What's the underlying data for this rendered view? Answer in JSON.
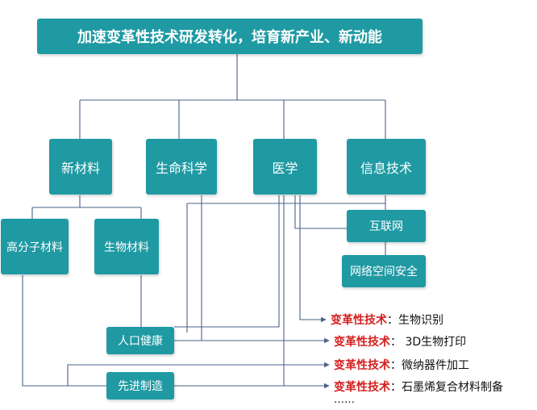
{
  "title": "加速变革性技术研发转化，培育新产业、新动能",
  "categories": [
    {
      "label": "新材料"
    },
    {
      "label": "生命科学"
    },
    {
      "label": "医学"
    },
    {
      "label": "信息技术"
    }
  ],
  "subcategories": [
    {
      "label": "高分子材料"
    },
    {
      "label": "生物材料"
    },
    {
      "label": "互联网"
    },
    {
      "label": "网络空间安全"
    },
    {
      "label": "人口健康"
    },
    {
      "label": "先进制造"
    }
  ],
  "techs": [
    {
      "prefix": "变革性技术",
      "colon": "：",
      "text": "生物识别"
    },
    {
      "prefix": "变革性技术",
      "colon": "：",
      "text": " 3D生物打印"
    },
    {
      "prefix": "变革性技术",
      "colon": "：",
      "text": "微纳器件加工"
    },
    {
      "prefix": "变革性技术",
      "colon": "：",
      "text": "石墨烯复合材料制备"
    }
  ],
  "ellipsis": "……",
  "colors": {
    "box": "#1f9aa3",
    "line": "#4a6288",
    "accent": "#d42020"
  }
}
